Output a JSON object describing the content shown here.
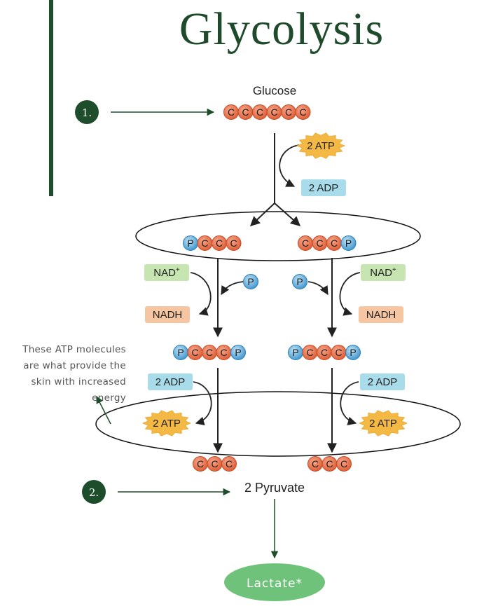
{
  "title": "Glycolysis",
  "note_lines": [
    "These ATP molecules",
    "are what provide the",
    "skin with increased",
    "energy"
  ],
  "markers": {
    "step1": "1.",
    "step2": "2."
  },
  "labels": {
    "glucose": "Glucose",
    "pyruvate": "2 Pyruvate",
    "lactate": "Lactate*",
    "atp": "2 ATP",
    "adp": "2 ADP",
    "nad": "NAD",
    "nad_sup": "+",
    "nadh": "NADH",
    "carbon": "C",
    "phosphate": "P"
  },
  "colors": {
    "brand_green": "#1e4d2b",
    "carbon": "#e5673f",
    "phosphate": "#4fa3d6",
    "atp": "#f4b944",
    "adp_box": "#a8dceb",
    "nad_box": "#c7e5b0",
    "nadh_box": "#f6c6a2",
    "lactate": "#6fc27a"
  }
}
